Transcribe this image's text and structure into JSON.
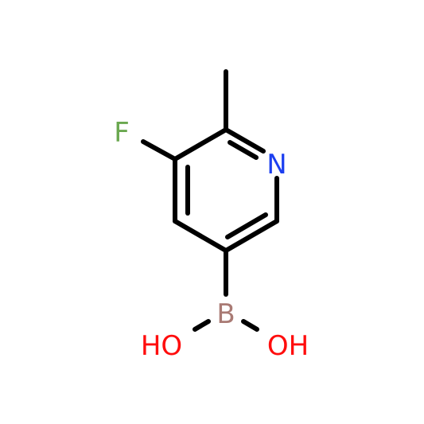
{
  "molecule": {
    "atoms": [
      {
        "id": "F",
        "symbol": "F",
        "color": "#6aa84f"
      },
      {
        "id": "N",
        "symbol": "N",
        "color": "#1c3ff0"
      },
      {
        "id": "B",
        "symbol": "B",
        "color": "#a97a74"
      },
      {
        "id": "OH_left",
        "symbol": "HO",
        "color": "#ff0d0d"
      },
      {
        "id": "OH_right",
        "symbol": "OH",
        "color": "#ff0d0d"
      }
    ],
    "bond_color": "#000000"
  }
}
